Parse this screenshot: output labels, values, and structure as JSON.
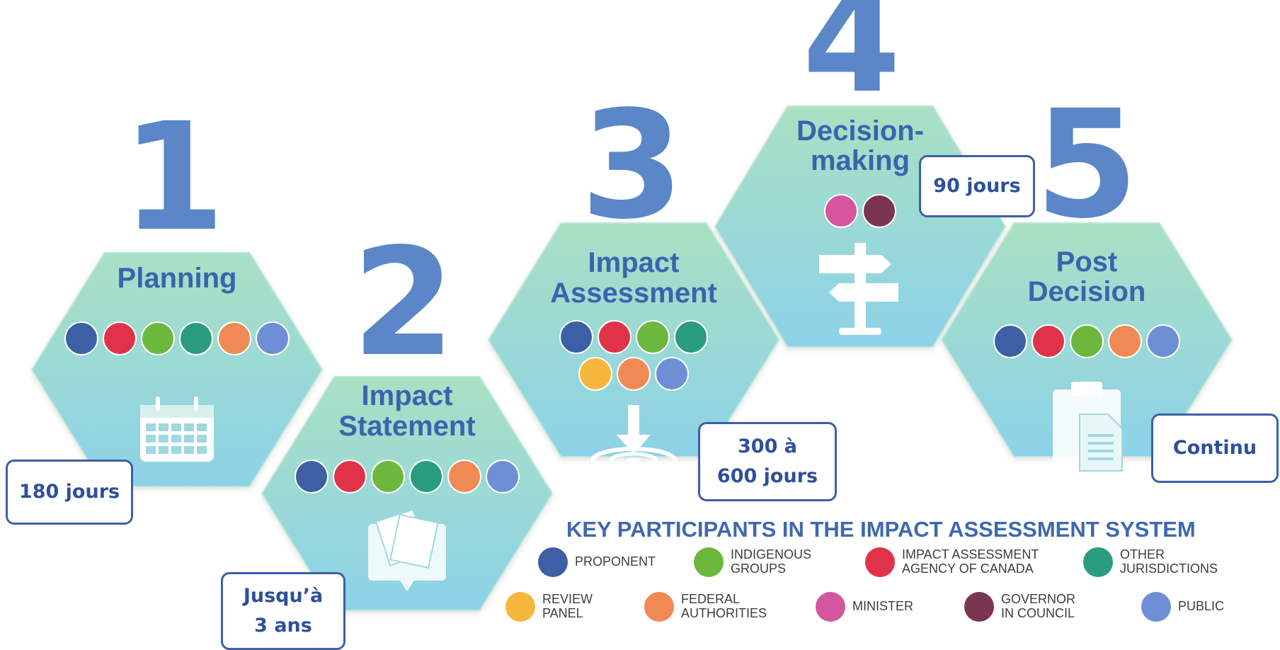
{
  "colors": {
    "number_blue": "#5b86c8",
    "title_blue": "#3a64ad",
    "callout_border": "#3d5fa6",
    "hex_top": "#a7dfc4",
    "hex_bottom": "#8fd3e6",
    "proponent": "#3d5fa6",
    "iaac": "#e0334a",
    "indigenous": "#6bb83c",
    "other_jurisdictions": "#2a9c7f",
    "review_panel": "#f6b73c",
    "federal_authorities": "#f08a55",
    "minister": "#d5569e",
    "governor": "#7a3550",
    "public": "#6e8ed6"
  },
  "steps": [
    {
      "number": "1",
      "title": [
        "Planning"
      ],
      "icons": [
        "proponent-icon",
        "iaac-icon",
        "indigenous-icon",
        "other-jurisdictions-icon",
        "federal-authorities-icon",
        "public-icon"
      ],
      "symbol": "calendar-icon",
      "duration": [
        "180 jours"
      ]
    },
    {
      "number": "2",
      "title": [
        "Impact",
        "Statement"
      ],
      "icons": [
        "proponent-icon",
        "iaac-icon",
        "indigenous-icon",
        "other-jurisdictions-icon",
        "federal-authorities-icon",
        "public-icon"
      ],
      "symbol": "documents-icon",
      "duration": [
        "Jusqu’à",
        "3 ans"
      ]
    },
    {
      "number": "3",
      "title": [
        "Impact",
        "Assessment"
      ],
      "icons": [
        "proponent-icon",
        "iaac-icon",
        "indigenous-icon",
        "other-jurisdictions-icon",
        "review-panel-icon",
        "federal-authorities-icon",
        "public-icon"
      ],
      "symbol": "target-icon",
      "duration": [
        "300 à",
        "600 jours"
      ]
    },
    {
      "number": "4",
      "title": [
        "Decision-",
        "making"
      ],
      "icons": [
        "minister-icon",
        "governor-in-council-icon"
      ],
      "symbol": "signpost-icon",
      "duration": [
        "90 jours"
      ]
    },
    {
      "number": "5",
      "title": [
        "Post",
        "Decision"
      ],
      "icons": [
        "proponent-icon",
        "iaac-icon",
        "indigenous-icon",
        "federal-authorities-icon",
        "public-icon"
      ],
      "symbol": "clipboard-icon",
      "duration": [
        "Continu"
      ]
    }
  ],
  "legend": {
    "title": "KEY PARTICIPANTS IN THE IMPACT ASSESSMENT SYSTEM",
    "items": [
      {
        "icon": "proponent-icon",
        "label": "PROPONENT"
      },
      {
        "icon": "indigenous-icon",
        "label": "INDIGENOUS GROUPS"
      },
      {
        "icon": "iaac-icon",
        "label": "IMPACT ASSESSMENT AGENCY OF CANADA"
      },
      {
        "icon": "other-jurisdictions-icon",
        "label": "OTHER JURISDICTIONS"
      },
      {
        "icon": "review-panel-icon",
        "label": "REVIEW PANEL"
      },
      {
        "icon": "federal-authorities-icon",
        "label": "FEDERAL AUTHORITIES"
      },
      {
        "icon": "minister-icon",
        "label": "MINISTER"
      },
      {
        "icon": "governor-in-council-icon",
        "label": "GOVERNOR IN COUNCIL"
      },
      {
        "icon": "public-icon",
        "label": "PUBLIC"
      }
    ]
  }
}
